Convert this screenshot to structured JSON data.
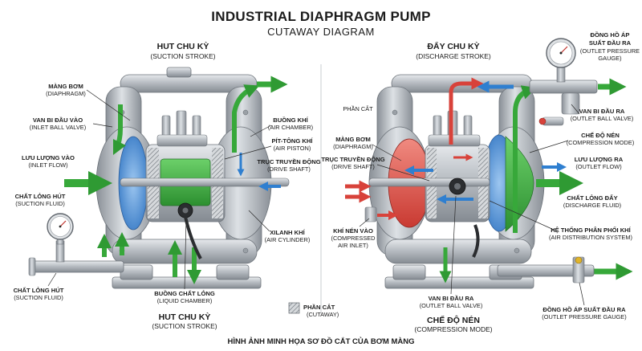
{
  "title": "INDUSTRIAL DIAPHRAGM PUMP",
  "subtitle": "CUTAWAY DIAGRAM",
  "left": {
    "heading": "HUT CHU KỲ",
    "heading_en": "(SUCTION STROKE)",
    "labels": {
      "diaphragm": [
        "MÀNG BƠM",
        "(DIAPHRAGM)"
      ],
      "inlet_valve": [
        "VAN BI ĐẦU VÀO",
        "(INLET BALL VALVE)"
      ],
      "inlet_flow": [
        "LƯU LƯỢNG VÀO",
        "(INLET FLOW)"
      ],
      "suction_fluid_mid": [
        "CHẤT LỎNG HÚT",
        "(SUCTION FLUID)"
      ],
      "suction_fluid_bottom": [
        "CHẤT LỎNG HÚT",
        "(SUCTION FLUID)"
      ],
      "air_chamber": [
        "BUỒNG KHÍ",
        "(AIR CHAMBER)"
      ],
      "air_piston": [
        "PÍT-TÔNG KHÍ",
        "(AIR PISTON)"
      ],
      "drive_shaft": [
        "TRỤC TRUYỀN ĐỘNG",
        "(DRIVE SHAFT)"
      ],
      "air_cylinder": [
        "XILANH KHÍ",
        "(AIR CYLINDER)"
      ],
      "liquid_chamber": [
        "BUỒNG CHẤT LỎNG",
        "(LIQUID CHAMBER)"
      ]
    },
    "bottom_heading": "HUT CHU KỲ",
    "bottom_heading_en": "(SUCTION STROKE)"
  },
  "right": {
    "heading": "ĐẨY CHU KỲ",
    "heading_en": "(DISCHARGE STROKE)",
    "labels": {
      "section_cut": "PHẦN CẮT",
      "diaphragm": [
        "MÀNG BƠM",
        "(DIAPHRAGM)"
      ],
      "drive_shaft": [
        "TRỤC TRUYỀN ĐỘNG",
        "(DRIVE SHAFT)"
      ],
      "air_inlet": [
        "KHÍ NÉN VÀO",
        "(COMPRESSED",
        "AIR INLET)"
      ],
      "outlet_gauge_top": [
        "ĐỒNG HỒ ÁP",
        "SUẤT ĐẦU RA",
        "(OUTLET PRESSURE",
        "GAUGE)"
      ],
      "outlet_valve_top": [
        "VAN BI ĐẦU RA",
        "(OUTLET BALL VALVE)"
      ],
      "compression_mode": [
        "CHẾ ĐỘ NÉN",
        "(COMPRESSION MODE)"
      ],
      "outlet_flow": [
        "LƯU LƯỢNG RA",
        "(OUTLET FLOW)"
      ],
      "discharge_fluid": [
        "CHẤT LỎNG ĐẨY",
        "(DISCHARGE FLUID)"
      ],
      "air_distribution": [
        "HỆ THỐNG PHÂN PHỐI KHÍ",
        "(AIR DISTRIBUTION SYSTEM)"
      ],
      "outlet_valve_bottom": [
        "VAN BI ĐẦU RA",
        "(OUTLET BALL VALVE)"
      ],
      "outlet_gauge_bottom": [
        "ĐỒNG HỒ ÁP SUẤT ĐẦU RA",
        "(OUTLET PRESSURE GAUGE)"
      ]
    },
    "bottom_heading": "CHẾ ĐỘ NÉN",
    "bottom_heading_en": "(COMPRESSION MODE)"
  },
  "legend": [
    "PHẦN CẮT",
    "(CUTAWAY)"
  ],
  "caption": "HÌNH ẢNH MINH HỌA SƠ ĐỒ CẮT CỦA BƠM MÀNG",
  "colors": {
    "metal": "#b9bec4",
    "metal_dark": "#7e858d",
    "fluid_green": "#37a83a",
    "diaphragm_blue": "#4f8fd6",
    "air_red": "#d8423a",
    "flow_blue": "#2f7fd0"
  },
  "icons": [
    "pressure-gauge-icon",
    "flow-arrow-icon",
    "cutaway-hatch-icon"
  ]
}
